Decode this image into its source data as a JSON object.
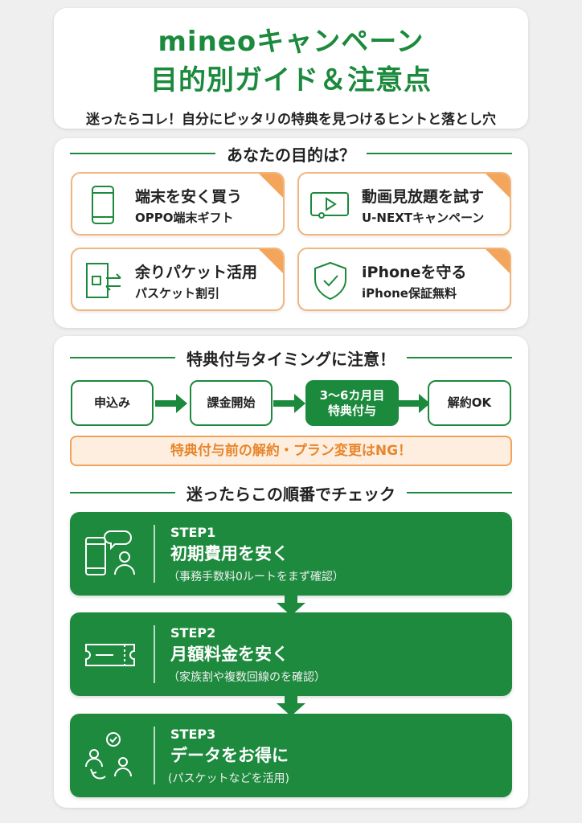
{
  "header": {
    "title_line1": "mineoキャンペーン",
    "title_line2": "目的別ガイド＆注意点",
    "subtitle": "迷ったらコレ！自分にピッタリの特典を見つけるヒントと落とし穴"
  },
  "goals": {
    "heading": "あなたの目的は？",
    "items": [
      {
        "main": "端末を安く買う",
        "sub": "OPPO端末ギフト",
        "icon": "smartphone-icon"
      },
      {
        "main": "動画見放題を試す",
        "sub": "U-NEXTキャンペーン",
        "icon": "video-play-icon"
      },
      {
        "main": "余りパケット活用",
        "sub": "パスケット割引",
        "icon": "packet-exchange-icon"
      },
      {
        "main": "iPhoneを守る",
        "sub": "iPhone保証無料",
        "icon": "shield-check-icon"
      }
    ]
  },
  "timing": {
    "heading": "特典付与タイミングに注意！",
    "flow": [
      "申込み",
      "課金開始",
      "3〜6カ月目",
      "特典付与",
      "解約OK"
    ],
    "warning": "特典付与前の解約・プラン変更はNG！"
  },
  "steps": {
    "heading": "迷ったらこの順番でチェック",
    "items": [
      {
        "label": "STEP1",
        "title": "初期費用を安く",
        "desc": "（事務手数料0ルートをまず確認）",
        "icon": "phone-support-icon"
      },
      {
        "label": "STEP2",
        "title": "月額料金を安く",
        "desc": "（家族割や複数回線のを確認）",
        "icon": "ticket-icon"
      },
      {
        "label": "STEP3",
        "title": "データをお得に",
        "desc": "(パスケットなどを活用)",
        "icon": "people-share-icon"
      }
    ]
  },
  "colors": {
    "green": "#1b8a3c",
    "orange": "#f4a55c"
  }
}
